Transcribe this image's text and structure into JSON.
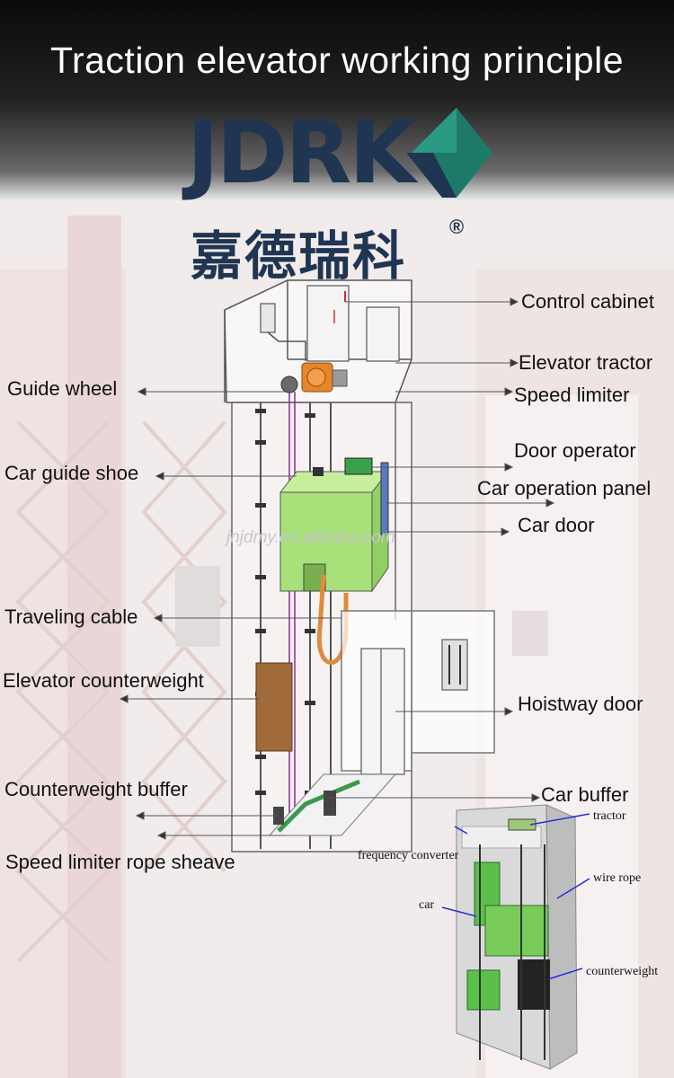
{
  "title": "Traction elevator working principle",
  "brand": {
    "logo": "JDRK",
    "chinese": "嘉德瑞科",
    "registered": "®"
  },
  "watermark": "jnjdmy.en.alibaba.com",
  "labels": {
    "control_cabinet": "Control cabinet",
    "elevator_tractor": "Elevator tractor",
    "guide_wheel": "Guide wheel",
    "speed_limiter": "Speed limiter",
    "door_operator": "Door operator",
    "car_guide_shoe": "Car guide shoe",
    "car_operation_panel": "Car operation panel",
    "car_door": "Car door",
    "traveling_cable": "Traveling cable",
    "elevator_counterweight": "Elevator counterweight",
    "hoistway_door": "Hoistway door",
    "counterweight_buffer": "Counterweight buffer",
    "car_buffer": "Car buffer",
    "speed_limiter_rope_sheave": "Speed limiter rope sheave",
    "frequency_converter": "frequency converter"
  },
  "inset_labels": {
    "tractor": "tractor",
    "wire_rope": "wire rope",
    "car": "car",
    "counterweight": "counterweight"
  },
  "colors": {
    "brand_navy": "#1f3552",
    "brand_teal": "#1e7a68",
    "car_green": "#a8e07a",
    "counterweight_brown": "#a06a3a",
    "tractor_orange": "#e8852a",
    "cable_orange": "#e08a3c"
  }
}
